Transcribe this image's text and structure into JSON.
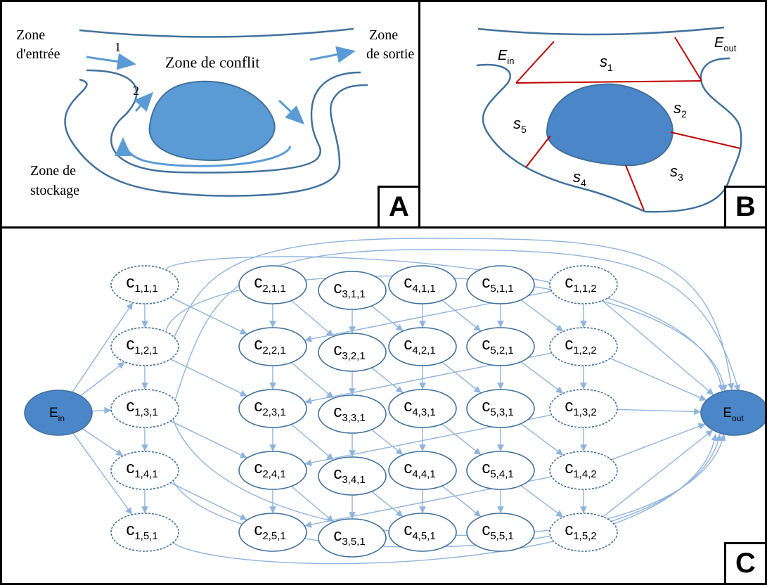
{
  "panel_a": {
    "letter": "A",
    "entry_zone": [
      "Zone",
      "d'entrée"
    ],
    "exit_zone": [
      "Zone",
      "de sortie"
    ],
    "conflict_zone": "Zone de conflit",
    "storage_zone": [
      "Zone de",
      "stockage"
    ],
    "arrow_1": "1",
    "arrow_2": "2"
  },
  "panel_b": {
    "letter": "B",
    "e_in": "E",
    "e_in_sub": "in",
    "e_out": "E",
    "e_out_sub": "out",
    "s1": "s",
    "s1_sub": "1",
    "s2": "s",
    "s2_sub": "2",
    "s3": "s",
    "s3_sub": "3",
    "s4": "s",
    "s4_sub": "4",
    "s5": "s",
    "s5_sub": "5"
  },
  "panel_c": {
    "letter": "C",
    "source": {
      "main": "E",
      "sub": "in"
    },
    "sink": {
      "main": "E",
      "sub": "out"
    },
    "columns": [
      {
        "style": "dashed",
        "nodes": [
          "1,1,1",
          "1,2,1",
          "1,3,1",
          "1,4,1",
          "1,5,1"
        ]
      },
      {
        "style": "solid",
        "nodes": [
          "2,1,1",
          "2,2,1",
          "2,3,1",
          "2,4,1",
          "2,5,1"
        ]
      },
      {
        "style": "solid",
        "nodes": [
          "3,1,1",
          "3,2,1",
          "3,3,1",
          "3,4,1",
          "3,5,1"
        ]
      },
      {
        "style": "solid",
        "nodes": [
          "4,1,1",
          "4,2,1",
          "4,3,1",
          "4,4,1",
          "4,5,1"
        ]
      },
      {
        "style": "solid",
        "nodes": [
          "5,1,1",
          "5,2,1",
          "5,3,1",
          "5,4,1",
          "5,5,1"
        ]
      },
      {
        "style": "dashed",
        "nodes": [
          "1,1,2",
          "1,2,2",
          "1,3,2",
          "1,4,2",
          "1,5,2"
        ]
      }
    ],
    "node_letter": "c"
  },
  "colors": {
    "blue_fill": "#4a86c8",
    "outline": "#41719c",
    "edge": "#8fb4dd",
    "red": "#c00000"
  }
}
